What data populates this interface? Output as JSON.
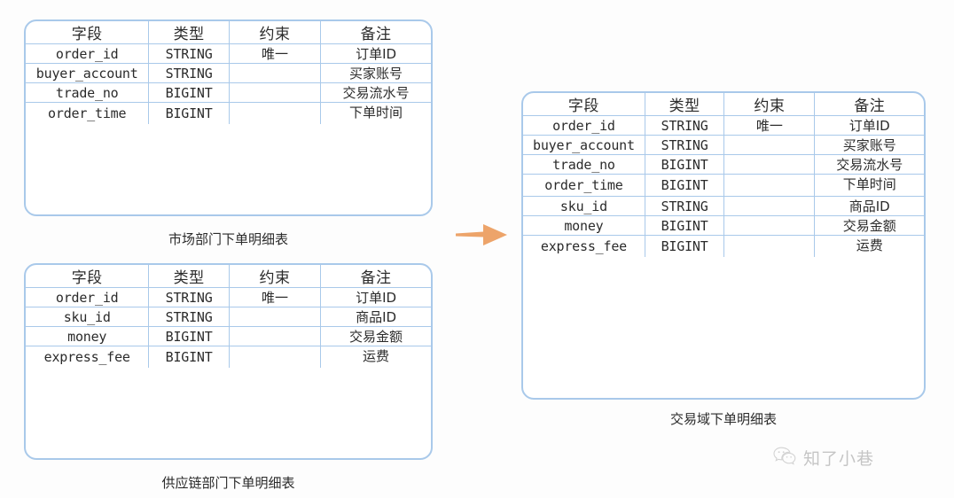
{
  "diagram": {
    "arrow": {
      "name": "flow-arrow-right",
      "color": "#eda46a"
    },
    "colors": {
      "table_border": "#a9c9ea",
      "background": "#fdfdfd",
      "text": "#2b2b2b",
      "arrow": "#eda46a"
    }
  },
  "columns": [
    "字段",
    "类型",
    "约束",
    "备注"
  ],
  "tables": [
    {
      "id": "market-order-detail",
      "caption": "市场部门下单明细表",
      "headers": [
        "字段",
        "类型",
        "约束",
        "备注"
      ],
      "rows": [
        {
          "field": "order_id",
          "type": "STRING",
          "constraint": "唯一",
          "note": "订单ID"
        },
        {
          "field": "buyer_account",
          "type": "STRING",
          "constraint": "",
          "note": "买家账号"
        },
        {
          "field": "trade_no",
          "type": "BIGINT",
          "constraint": "",
          "note": "交易流水号"
        },
        {
          "field": "order_time",
          "type": "BIGINT",
          "constraint": "",
          "note": "下单时间"
        }
      ]
    },
    {
      "id": "supply-chain-order-detail",
      "caption": "供应链部门下单明细表",
      "headers": [
        "字段",
        "类型",
        "约束",
        "备注"
      ],
      "rows": [
        {
          "field": "order_id",
          "type": "STRING",
          "constraint": "唯一",
          "note": "订单ID"
        },
        {
          "field": "sku_id",
          "type": "STRING",
          "constraint": "",
          "note": "商品ID"
        },
        {
          "field": "money",
          "type": "BIGINT",
          "constraint": "",
          "note": "交易金额"
        },
        {
          "field": "express_fee",
          "type": "BIGINT",
          "constraint": "",
          "note": "运费"
        }
      ]
    },
    {
      "id": "trade-domain-order-detail",
      "caption": "交易域下单明细表",
      "headers": [
        "字段",
        "类型",
        "约束",
        "备注"
      ],
      "rows": [
        {
          "field": "order_id",
          "type": "STRING",
          "constraint": "唯一",
          "note": "订单ID"
        },
        {
          "field": "buyer_account",
          "type": "STRING",
          "constraint": "",
          "note": "买家账号"
        },
        {
          "field": "trade_no",
          "type": "BIGINT",
          "constraint": "",
          "note": "交易流水号"
        },
        {
          "field": "order_time",
          "type": "BIGINT",
          "constraint": "",
          "note": "下单时间"
        },
        {
          "field": "sku_id",
          "type": "STRING",
          "constraint": "",
          "note": "商品ID"
        },
        {
          "field": "money",
          "type": "BIGINT",
          "constraint": "",
          "note": "交易金额"
        },
        {
          "field": "express_fee",
          "type": "BIGINT",
          "constraint": "",
          "note": "运费"
        }
      ]
    }
  ],
  "watermark": {
    "icon": "wechat-icon",
    "text": "知了小巷"
  }
}
